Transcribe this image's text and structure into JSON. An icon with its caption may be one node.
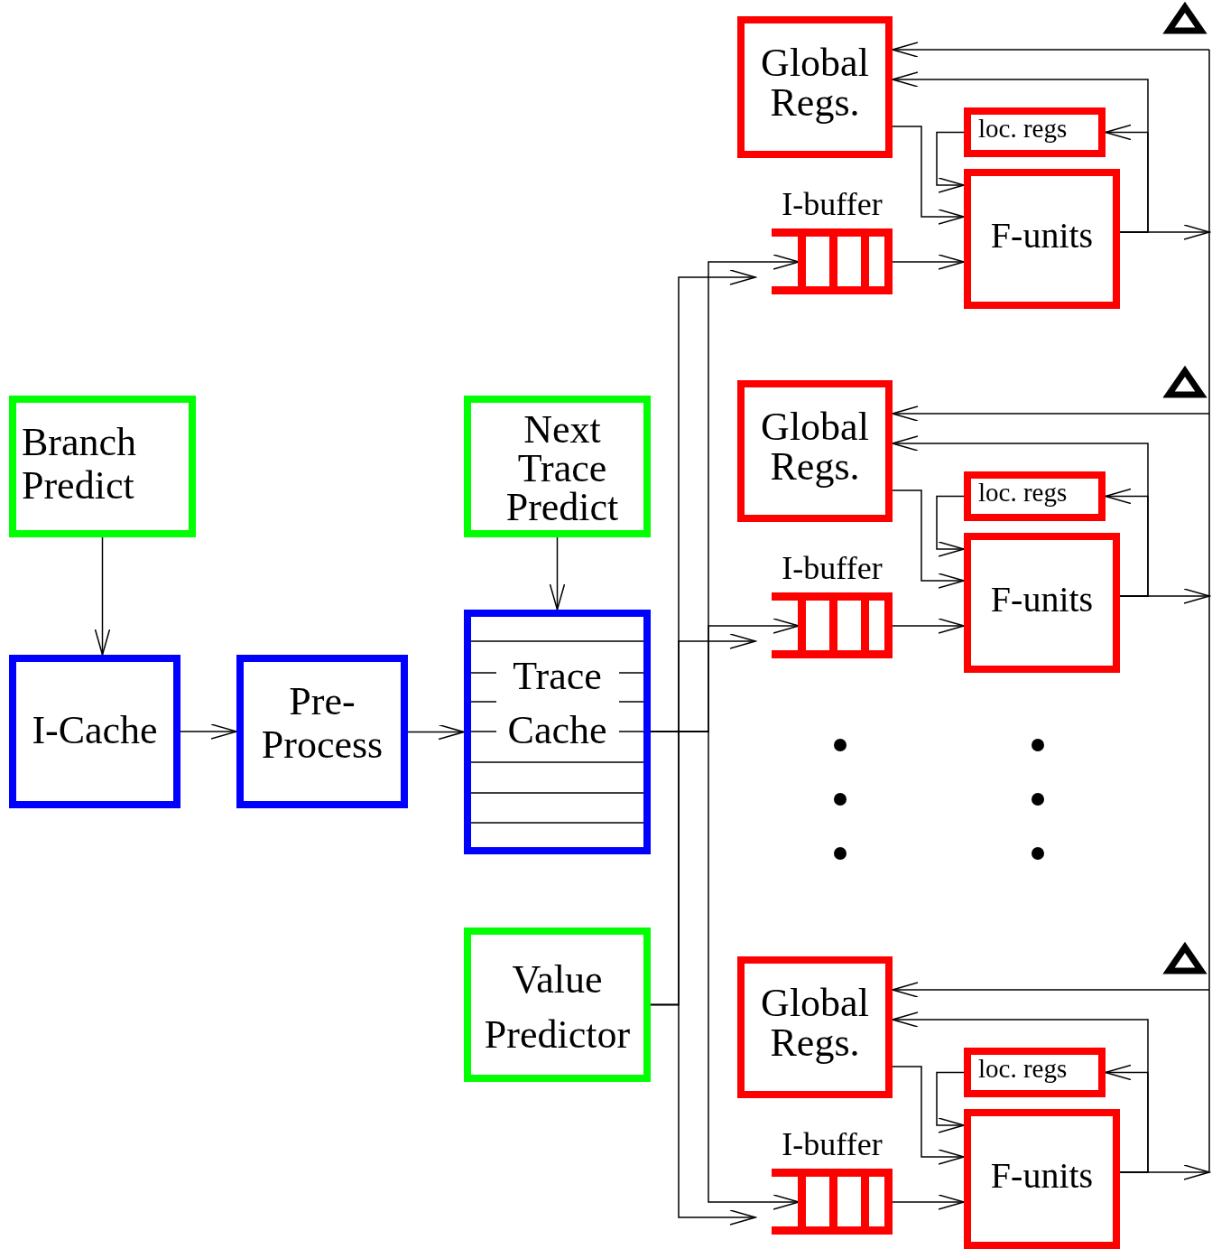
{
  "diagram": {
    "nodes": [
      {
        "text": [
          "Branch Predict"
        ]
      },
      {
        "text": [
          "I-Cache"
        ]
      },
      {
        "text": [
          "Pre-Process"
        ]
      },
      {
        "text": [
          "Next Trace Predict"
        ]
      },
      {
        "text": [
          "Trace Cache"
        ]
      },
      {
        "text": [
          "Value Predictor"
        ]
      },
      {
        "text": [
          "Global Regs."
        ]
      },
      {
        "text": [
          "loc. regs"
        ]
      },
      {
        "text": [
          "I-buffer"
        ]
      },
      {
        "text": [
          "F-units"
        ]
      },
      {
        "text": [
          "Global Regs."
        ]
      },
      {
        "text": [
          "loc. regs"
        ]
      },
      {
        "text": [
          "I-buffer"
        ]
      },
      {
        "text": [
          "F-units"
        ]
      },
      {
        "text": [
          "Global Regs."
        ]
      },
      {
        "text": [
          "loc. regs"
        ]
      },
      {
        "text": [
          "I-buffer"
        ]
      },
      {
        "text": [
          "F-units"
        ]
      }
    ],
    "edges": [
      {
        "from": 0,
        "to": 1,
        "arrow": "to"
      },
      {
        "from": 1,
        "to": 2,
        "arrow": "to"
      },
      {
        "from": 2,
        "to": 4,
        "arrow": "to"
      },
      {
        "from": 3,
        "to": 4,
        "arrow": "to"
      },
      {
        "from": 4,
        "to": 8,
        "arrow": "to"
      },
      {
        "from": 5,
        "to": 8,
        "arrow": "to"
      },
      {
        "from": 6,
        "to": 9,
        "arrow": "to"
      },
      {
        "from": 7,
        "to": 9,
        "arrow": "to"
      },
      {
        "from": 8,
        "to": 9,
        "arrow": "to"
      },
      {
        "from": 9,
        "to": 7,
        "arrow": "to"
      },
      {
        "from": 9,
        "to": 6,
        "arrow": "to"
      },
      {
        "from": 9,
        "to": null,
        "arrow": "to"
      },
      {
        "from": null,
        "to": 6,
        "arrow": "to"
      },
      {
        "from": 4,
        "to": 12,
        "arrow": "to"
      },
      {
        "from": 5,
        "to": 12,
        "arrow": "to"
      },
      {
        "from": 10,
        "to": 13,
        "arrow": "to"
      },
      {
        "from": 11,
        "to": 13,
        "arrow": "to"
      },
      {
        "from": 12,
        "to": 13,
        "arrow": "to"
      },
      {
        "from": 13,
        "to": 11,
        "arrow": "to"
      },
      {
        "from": 13,
        "to": 10,
        "arrow": "to"
      },
      {
        "from": 13,
        "to": null,
        "arrow": "to"
      },
      {
        "from": null,
        "to": 10,
        "arrow": "to"
      },
      {
        "from": 4,
        "to": 16,
        "arrow": "to"
      },
      {
        "from": 5,
        "to": 16,
        "arrow": "to"
      },
      {
        "from": 14,
        "to": 17,
        "arrow": "to"
      },
      {
        "from": 15,
        "to": 17,
        "arrow": "to"
      },
      {
        "from": 16,
        "to": 17,
        "arrow": "to"
      },
      {
        "from": 17,
        "to": 15,
        "arrow": "to"
      },
      {
        "from": 17,
        "to": 14,
        "arrow": "to"
      },
      {
        "from": 17,
        "to": null,
        "arrow": "to"
      },
      {
        "from": null,
        "to": 14,
        "arrow": "to"
      }
    ]
  }
}
